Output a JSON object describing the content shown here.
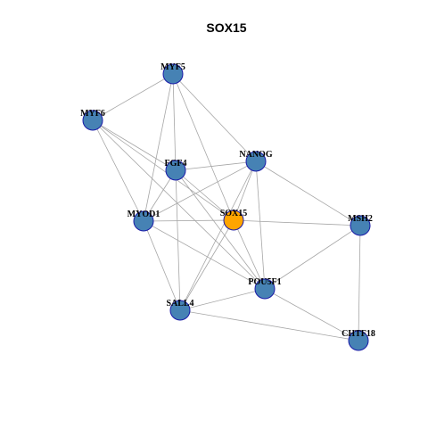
{
  "title": "SOX15",
  "colors": {
    "default_node": "#4682B4",
    "focus_node": "#FFA500",
    "node_border": "#1a1aa8",
    "edge": "#a6a6a6"
  },
  "nodes": [
    {
      "id": "MYF5",
      "label": "MYF5",
      "focus": false
    },
    {
      "id": "MYF6",
      "label": "MYF6",
      "focus": false
    },
    {
      "id": "FGF4",
      "label": "FGF4",
      "focus": false
    },
    {
      "id": "NANOG",
      "label": "NANOG",
      "focus": false
    },
    {
      "id": "MYOD1",
      "label": "MYOD1",
      "focus": false
    },
    {
      "id": "SOX15",
      "label": "SOX15",
      "focus": true
    },
    {
      "id": "MSH2",
      "label": "MSH2",
      "focus": false
    },
    {
      "id": "POU5F1",
      "label": "POU5F1",
      "focus": false
    },
    {
      "id": "SALL4",
      "label": "SALL4",
      "focus": false
    },
    {
      "id": "CHTF18",
      "label": "CHTF18",
      "focus": false
    }
  ],
  "edges": [
    [
      "MYF5",
      "MYF6"
    ],
    [
      "MYF5",
      "FGF4"
    ],
    [
      "MYF5",
      "NANOG"
    ],
    [
      "MYF5",
      "MYOD1"
    ],
    [
      "MYF5",
      "SOX15"
    ],
    [
      "MYF6",
      "MYOD1"
    ],
    [
      "MYF6",
      "SOX15"
    ],
    [
      "MYF6",
      "POU5F1"
    ],
    [
      "MYF6",
      "FGF4"
    ],
    [
      "FGF4",
      "NANOG"
    ],
    [
      "FGF4",
      "MYOD1"
    ],
    [
      "FGF4",
      "SOX15"
    ],
    [
      "FGF4",
      "POU5F1"
    ],
    [
      "FGF4",
      "SALL4"
    ],
    [
      "NANOG",
      "MYOD1"
    ],
    [
      "NANOG",
      "SOX15"
    ],
    [
      "NANOG",
      "POU5F1"
    ],
    [
      "NANOG",
      "SALL4"
    ],
    [
      "NANOG",
      "MSH2"
    ],
    [
      "MYOD1",
      "SOX15"
    ],
    [
      "MYOD1",
      "POU5F1"
    ],
    [
      "MYOD1",
      "SALL4"
    ],
    [
      "SOX15",
      "MSH2"
    ],
    [
      "SOX15",
      "POU5F1"
    ],
    [
      "SOX15",
      "SALL4"
    ],
    [
      "MSH2",
      "POU5F1"
    ],
    [
      "MSH2",
      "CHTF18"
    ],
    [
      "POU5F1",
      "SALL4"
    ],
    [
      "POU5F1",
      "CHTF18"
    ],
    [
      "SALL4",
      "CHTF18"
    ]
  ]
}
